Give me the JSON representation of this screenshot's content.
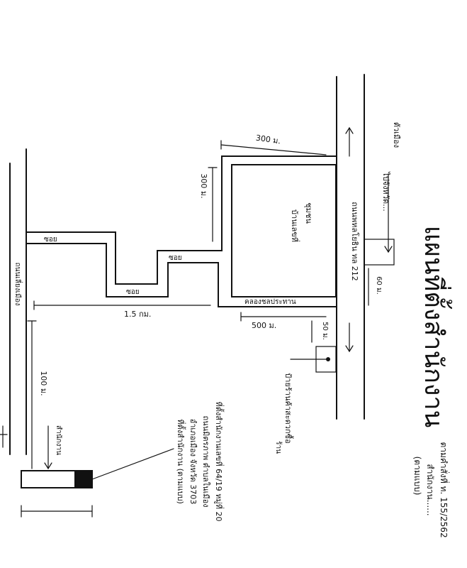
{
  "title": "แผนที่ตั้งสำนักงาน",
  "subtitle_line1": "ตามคำสั่งที่ ท. 155/2562",
  "subtitle_line2": "สำนักงาน......",
  "subtitle_line3": "(ตามแบบ)",
  "road_main": "ถนนพหลโยธิน ทล 212",
  "road_left": "ถนนเลี่ยงเมือง",
  "to_city": "ไปจังหวัด...",
  "direction_top": "ตัวเมือง",
  "dist_300_top": "300 ม.",
  "dist_300_side": "300 ม.",
  "dist_500": "500 ม.",
  "dist_1500": "1.5 กม.",
  "dist_100": "100 ม.",
  "dist_50": "50 ม.",
  "dist_60": "60 ม.",
  "soi_1": "ซอย",
  "soi_2": "ซอย",
  "soi_3": "ซอย",
  "site_label": "บ้านเลขที่",
  "site_sub": "ชุมชน",
  "canal_label": "คลองชลประทาน",
  "landmark_label": "ป้ายร้านค้าสะดวกซื้อ",
  "landmark_sub": "ร้าน",
  "note_line1": "ที่ตั้งสำนักงานเลขที่ 64/19 หมู่ที่ 20",
  "note_line2": "ถนนมิตรภาพ ตำบลในเมือง",
  "note_line3": "อำเภอเมือง จังหวัด 3703",
  "note_line4": "ที่ตั้งสำนักงาน (ตามแบบ)",
  "label_left": "สำนักงาน"
}
